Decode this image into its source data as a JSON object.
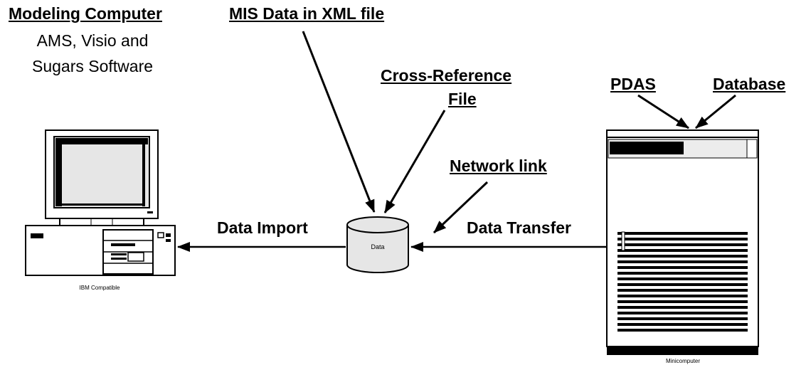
{
  "labels": {
    "modeling_computer": "Modeling Computer",
    "software_line1": "AMS, Visio and",
    "software_line2": "Sugars Software",
    "mis_data": "MIS Data in XML file",
    "cross_reference_line1": "Cross-Reference",
    "cross_reference_line2": "File",
    "pdas": "PDAS",
    "database": "Database",
    "network_link": "Network link",
    "data_import": "Data Import",
    "data_transfer": "Data Transfer",
    "data_store": "Data",
    "ibm_compatible": "IBM Compatible",
    "minicomputer": "Minicomputer"
  },
  "colors": {
    "line": "#000000",
    "background": "#ffffff",
    "screen": "#e6e6e6",
    "panel": "#ececec"
  },
  "icons": [
    "pc-icon",
    "database-cylinder-icon",
    "minicomputer-icon"
  ]
}
